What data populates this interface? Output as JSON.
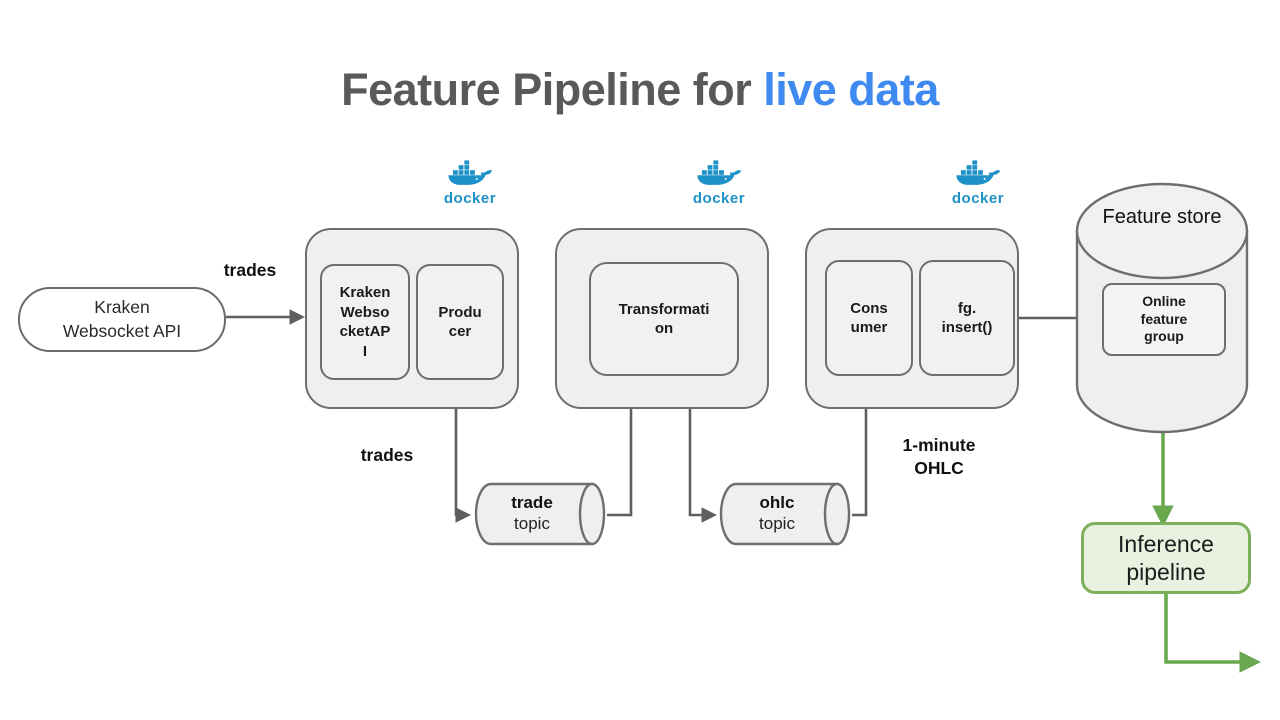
{
  "title": {
    "prefix": "Feature Pipeline for ",
    "accent": "live data"
  },
  "colors": {
    "title_text": "#58595b",
    "title_accent": "#3e8af0",
    "docker_blue": "#1e91c8",
    "arrow_gray": "#5f5f5f",
    "arrow_green": "#6aa84f",
    "node_fill": "#efefef",
    "node_border": "#6e6e6e",
    "inference_fill": "#e9f2e1",
    "inference_border": "#7eb05c"
  },
  "nodes": {
    "kraken_api": "Kraken\nWebsocket API",
    "ingest_service": {
      "box1": "Kraken\nWebso\ncketAP\nI",
      "box2": "Produ\ncer"
    },
    "transform_service": {
      "box1": "Transformati\non"
    },
    "write_service": {
      "box1": "Cons\numer",
      "box2": "fg.\ninsert()"
    },
    "trade_topic": {
      "title": "trade",
      "subtitle": "topic"
    },
    "ohlc_topic": {
      "title": "ohlc",
      "subtitle": "topic"
    },
    "feature_store": {
      "title": "Feature store",
      "inner": "Online\nfeature\ngroup"
    },
    "inference_pipeline": "Inference\npipeline"
  },
  "edge_labels": {
    "trades_in": "trades",
    "trades_out": "trades",
    "ohlc_out": "1-minute\nOHLC"
  },
  "docker_label": "docker"
}
